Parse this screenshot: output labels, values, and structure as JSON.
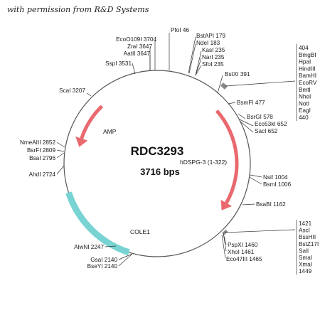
{
  "header": {
    "note": "with permission from R&D Systems"
  },
  "plasmid": {
    "name": "RDC3293",
    "size_text": "3716 bps",
    "total_bp": 3716
  },
  "features": [
    {
      "id": "amp",
      "label": "AMP",
      "start": 2911,
      "end": 3263,
      "color": "#e8696e",
      "direction": "ccw",
      "kind": "arrow"
    },
    {
      "id": "hdspg",
      "label": "hDSPG-3 (1-322)",
      "start": 500,
      "end": 1300,
      "color": "#e8696e",
      "direction": "cw",
      "kind": "arrow"
    },
    {
      "id": "cole1",
      "label": "COLE1",
      "start": 2040,
      "end": 2600,
      "color": "#79d3d3",
      "kind": "band"
    }
  ],
  "site_labels": {
    "top": [
      {
        "text": "PfoI 46"
      },
      {
        "text": "BstAPI 179"
      },
      {
        "text": "NdeI 183"
      },
      {
        "text": "KasI 235"
      },
      {
        "text": "NarI 235"
      },
      {
        "text": "SfoI 235"
      },
      {
        "text": "EcoO109I 3704"
      },
      {
        "text": "ZraI 3647"
      },
      {
        "text": "AatII 3647"
      },
      {
        "text": "SspI 3531"
      }
    ],
    "left": [
      {
        "text": "ScaI 3207"
      },
      {
        "text": "NmeAIII 2852"
      },
      {
        "text": "BsrFI 2809"
      },
      {
        "text": "BsaI 2796"
      },
      {
        "text": "AhdI 2724"
      },
      {
        "text": "AlwNI 2247"
      },
      {
        "text": "GsaI 2140"
      },
      {
        "text": "BseYI 2140"
      }
    ],
    "right": [
      {
        "text": "BstXI 391"
      },
      {
        "text": "BsmFI 477"
      },
      {
        "text": "BsrGI 578"
      },
      {
        "text": "Eco53kI 652"
      },
      {
        "text": "SacI 652"
      },
      {
        "text": "NsiI 1004"
      },
      {
        "text": "BsmI 1006"
      },
      {
        "text": "BsaBI 1162"
      },
      {
        "text": "PspXI 1460"
      },
      {
        "text": "XhoI 1461"
      },
      {
        "text": "Eco47III 1465"
      }
    ],
    "cluster_right_top": [
      "404",
      "BmgBI",
      "HpaI",
      "HindIII",
      "BamHI",
      "EcoRV",
      "BmtI",
      "NheI",
      "NotI",
      "EagI",
      "440"
    ],
    "cluster_right_bottom": [
      "1421",
      "AscI",
      "BssHII",
      "BstZ17I",
      "SalI",
      "SmaI",
      "XmaI",
      "1449"
    ]
  },
  "colors": {
    "backbone": "#555555",
    "arrow": "#e8696e",
    "band": "#79d3d3"
  }
}
